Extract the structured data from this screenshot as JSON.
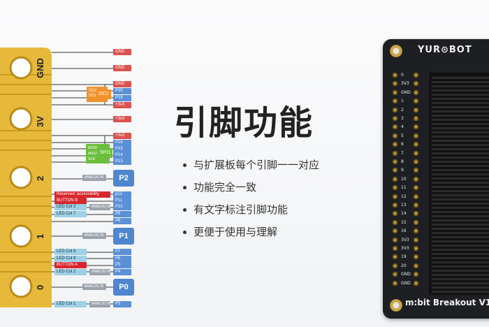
{
  "title": "引脚功能",
  "features": [
    "与扩展板每个引脚一一对应",
    "功能完全一致",
    "有文字标注引脚功能",
    "更便于使用与理解"
  ],
  "microbit_labels": {
    "gnd": "GND",
    "v3": "3V",
    "p2": "2",
    "p1": "1",
    "p0": "0"
  },
  "pin_labels": {
    "gnd1": "GND",
    "gnd2": "GND",
    "gnd3": "GND",
    "p20": "P20",
    "p19": "P19",
    "v33a": "+3v3",
    "v33b": "+3v3",
    "v33c": "+3v3",
    "p16": "P16",
    "p15": "P15",
    "p14": "P14",
    "p13": "P13",
    "p2": "P2",
    "p12": "p12",
    "p11": "P11",
    "p10": "P10",
    "p9": "P9",
    "p8": "P8",
    "p1": "P1",
    "p7": "P7",
    "p6": "P6",
    "p5": "P5",
    "p4": "P4",
    "p0": "P0",
    "p3": "P3",
    "i2c": "I2C1",
    "sda": "SDA",
    "scl": "SCL",
    "spi": "SPI1",
    "mosi": "MOSI",
    "miso": "MISO",
    "sck": "SCK",
    "reserved": "Reserved: accessibility",
    "button_b": "BUTTON B",
    "button_a": "BUTTON A",
    "led_col3": "LED Col 3",
    "led_col7": "LED Col 7",
    "led_col8": "LED Col 8",
    "led_col9": "LED Col 9",
    "led_col2": "LED Col 2",
    "led_col1": "LED Col 1",
    "analog": "ANALOG IN"
  },
  "board": {
    "brand": "YUR⊙BOT",
    "name": "m:bit Breakout V1",
    "pins": [
      "0",
      "3V3",
      "GND",
      "1",
      "2",
      "3",
      "4",
      "5",
      "6",
      "7",
      "8",
      "9",
      "10",
      "11",
      "12",
      "13",
      "14",
      "15",
      "16",
      "3V3",
      "3V3",
      "19",
      "20",
      "GND",
      "GND"
    ]
  },
  "colors": {
    "gnd": "#d9534f",
    "pin": "#4f86d0",
    "board": "#1d1f22",
    "gold": "#d4b04a"
  }
}
